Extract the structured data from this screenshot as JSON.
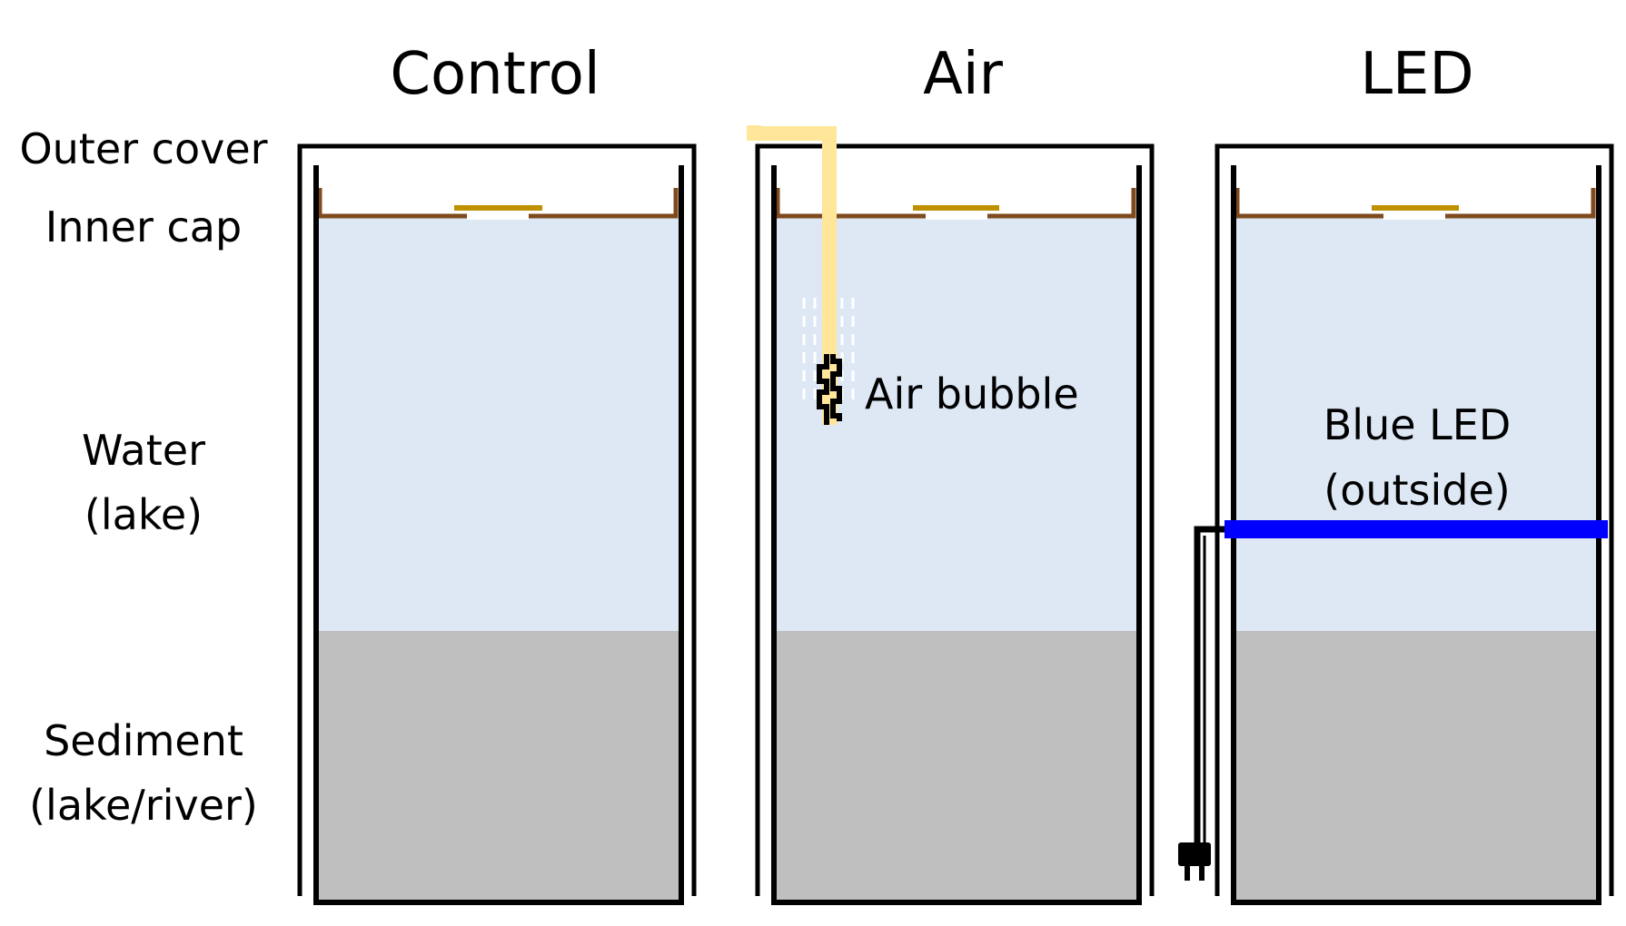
{
  "titles": {
    "control": "Control",
    "air": "Air",
    "led": "LED"
  },
  "side_labels": {
    "outer_cover": "Outer cover",
    "inner_cap": "Inner cap",
    "water_line1": "Water",
    "water_line2": "(lake)",
    "sediment_line1": "Sediment",
    "sediment_line2": "(lake/river)"
  },
  "annotations": {
    "air_bubble": "Air bubble",
    "blue_led_line1": "Blue LED",
    "blue_led_line2": "(outside)"
  },
  "colors": {
    "water": "#dde8f4",
    "sediment": "#bfbfbf",
    "inner_cap": "#7f4a1e",
    "cap_lid": "#bf9000",
    "air_tube": "#ffe699",
    "blue_led": "#0000ff",
    "outline": "#000000"
  }
}
